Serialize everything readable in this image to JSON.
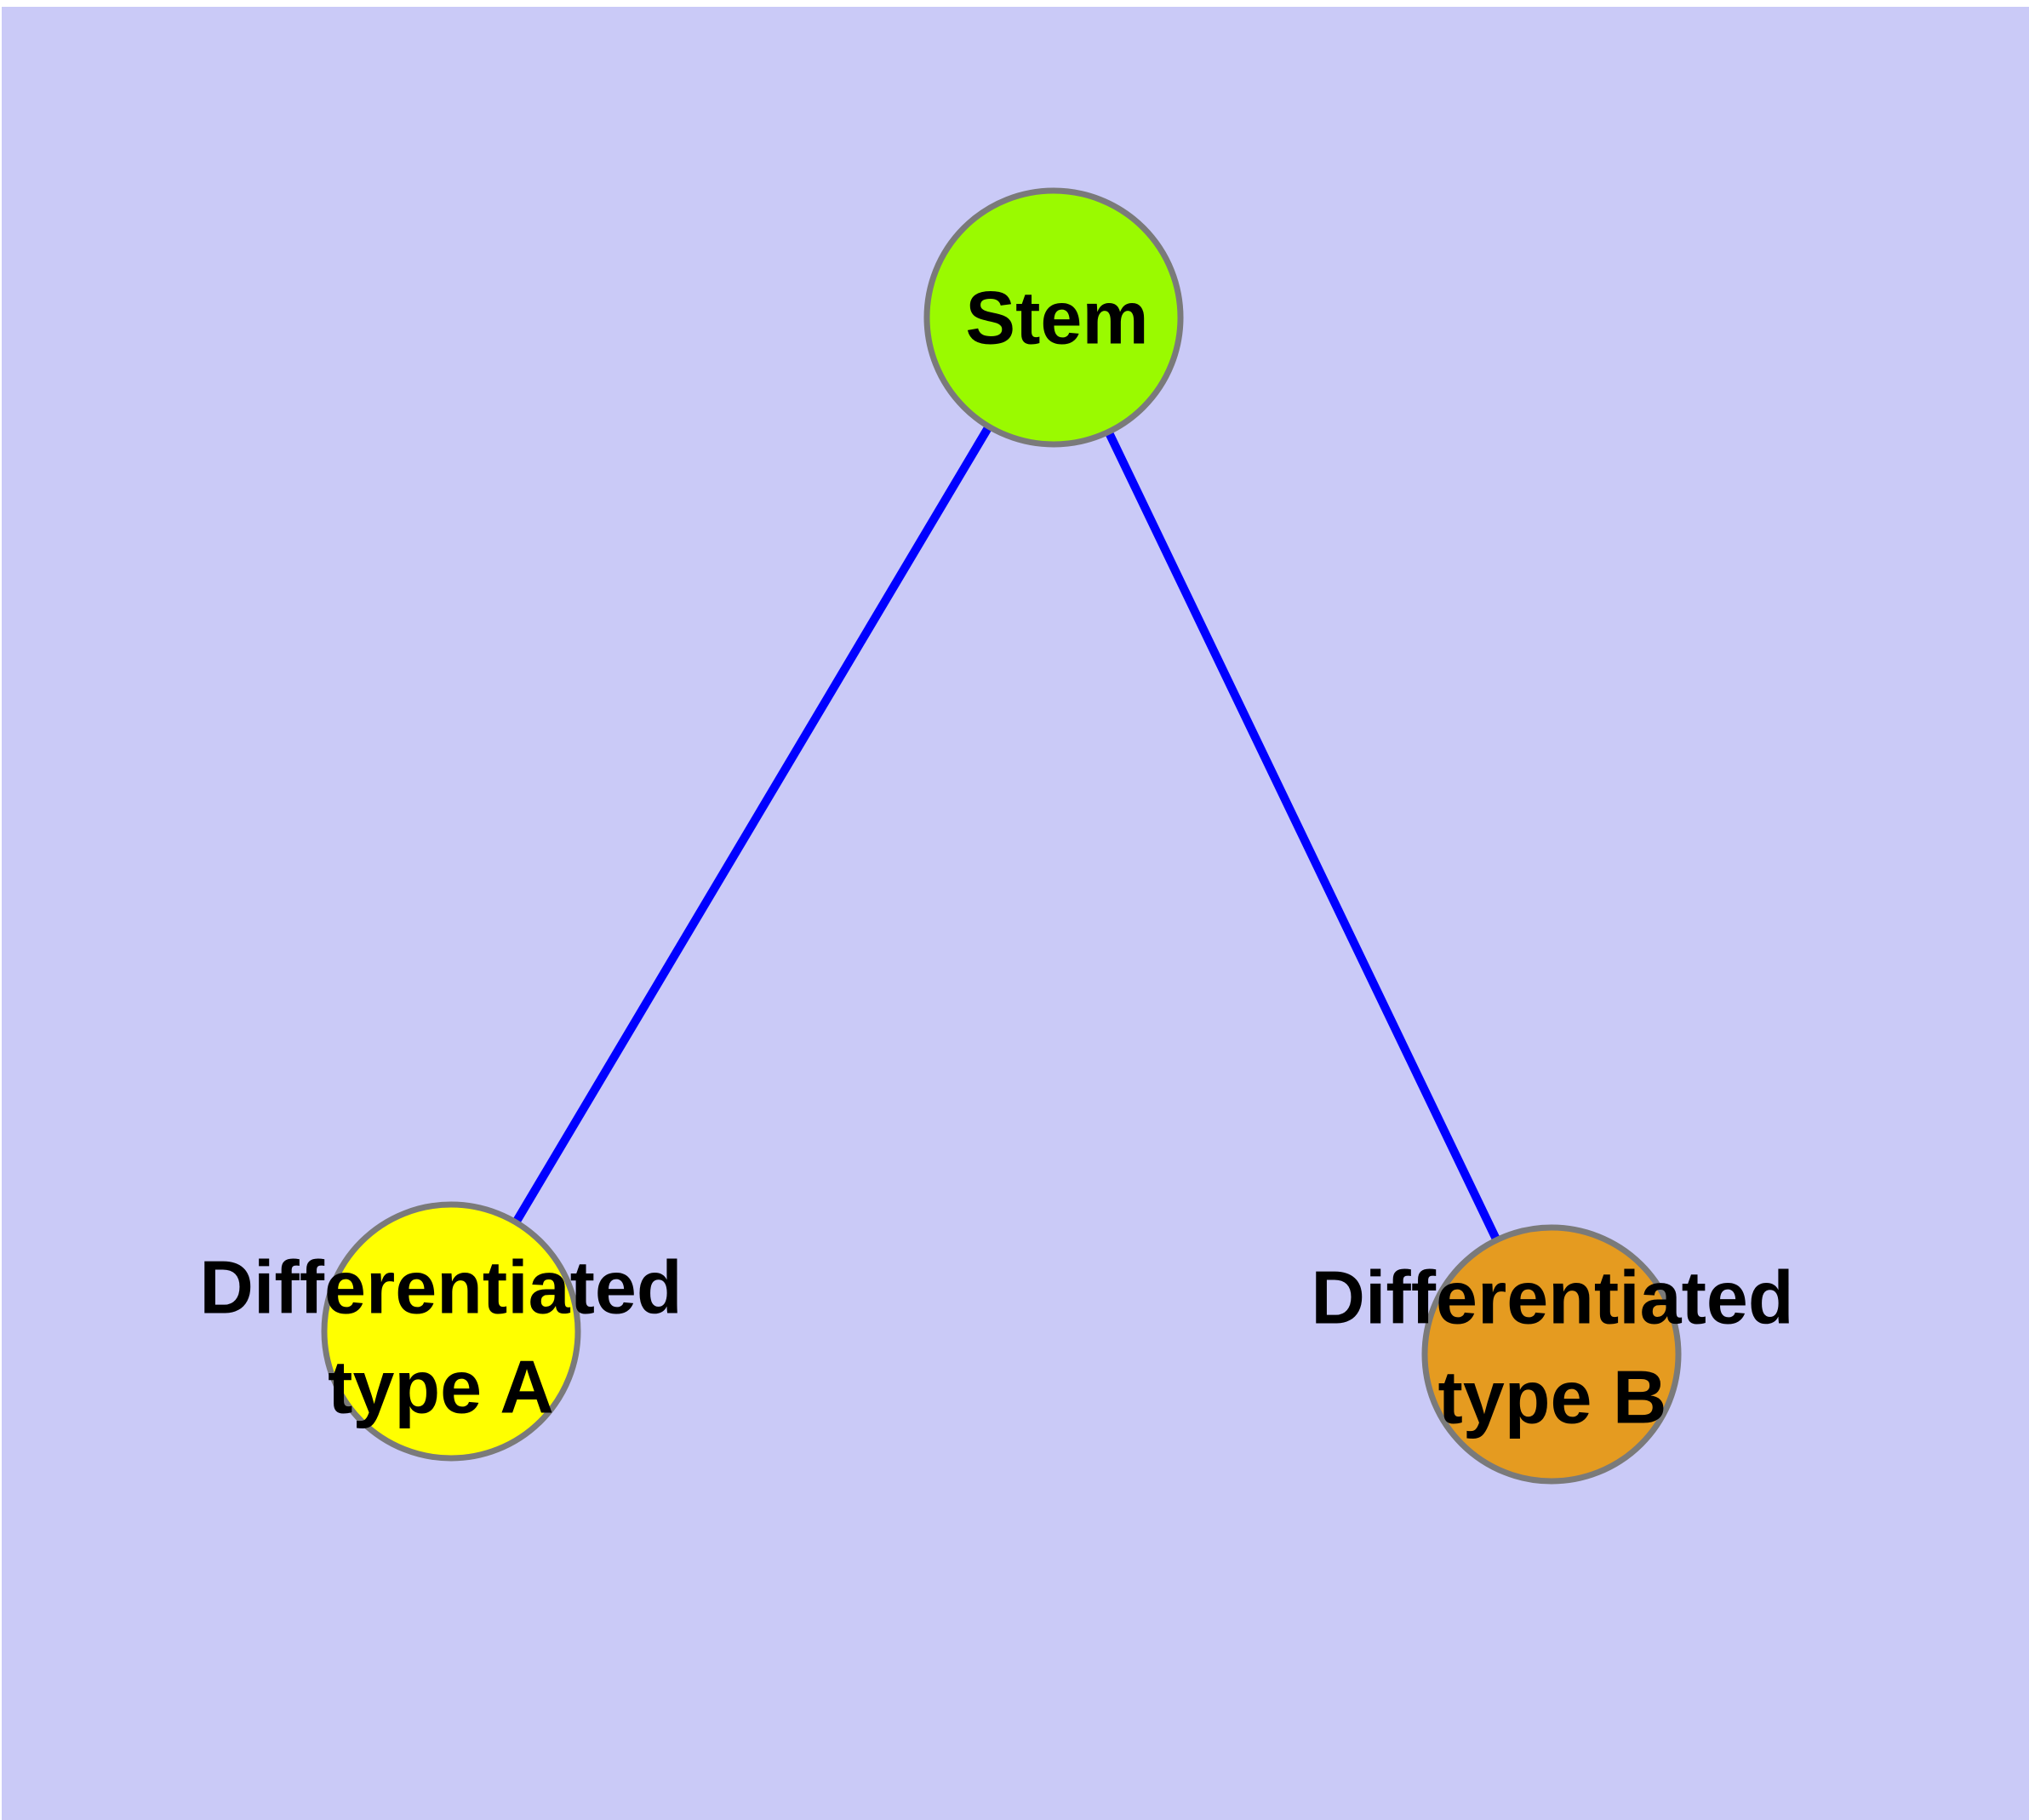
{
  "diagram": {
    "type": "node-link-graph",
    "colors": {
      "canvas_margin": "#FFFFFF",
      "background": "#CACAF7",
      "edge": "#0000FF",
      "node_border": "#7A7A7A",
      "label_text": "#000000",
      "stem_fill": "#9AFA00",
      "type_a_fill": "#FFFF00",
      "type_b_fill": "#E59B20"
    },
    "nodes": {
      "stem": {
        "label": "Stem"
      },
      "diff_a": {
        "label_line1": "Differentiated",
        "label_line2": "type A"
      },
      "diff_b": {
        "label_line1": "Differentiated",
        "label_line2": "type B"
      }
    },
    "edges": [
      {
        "from": "Stem",
        "to": "Differentiated type A"
      },
      {
        "from": "Stem",
        "to": "Differentiated type B"
      }
    ]
  }
}
